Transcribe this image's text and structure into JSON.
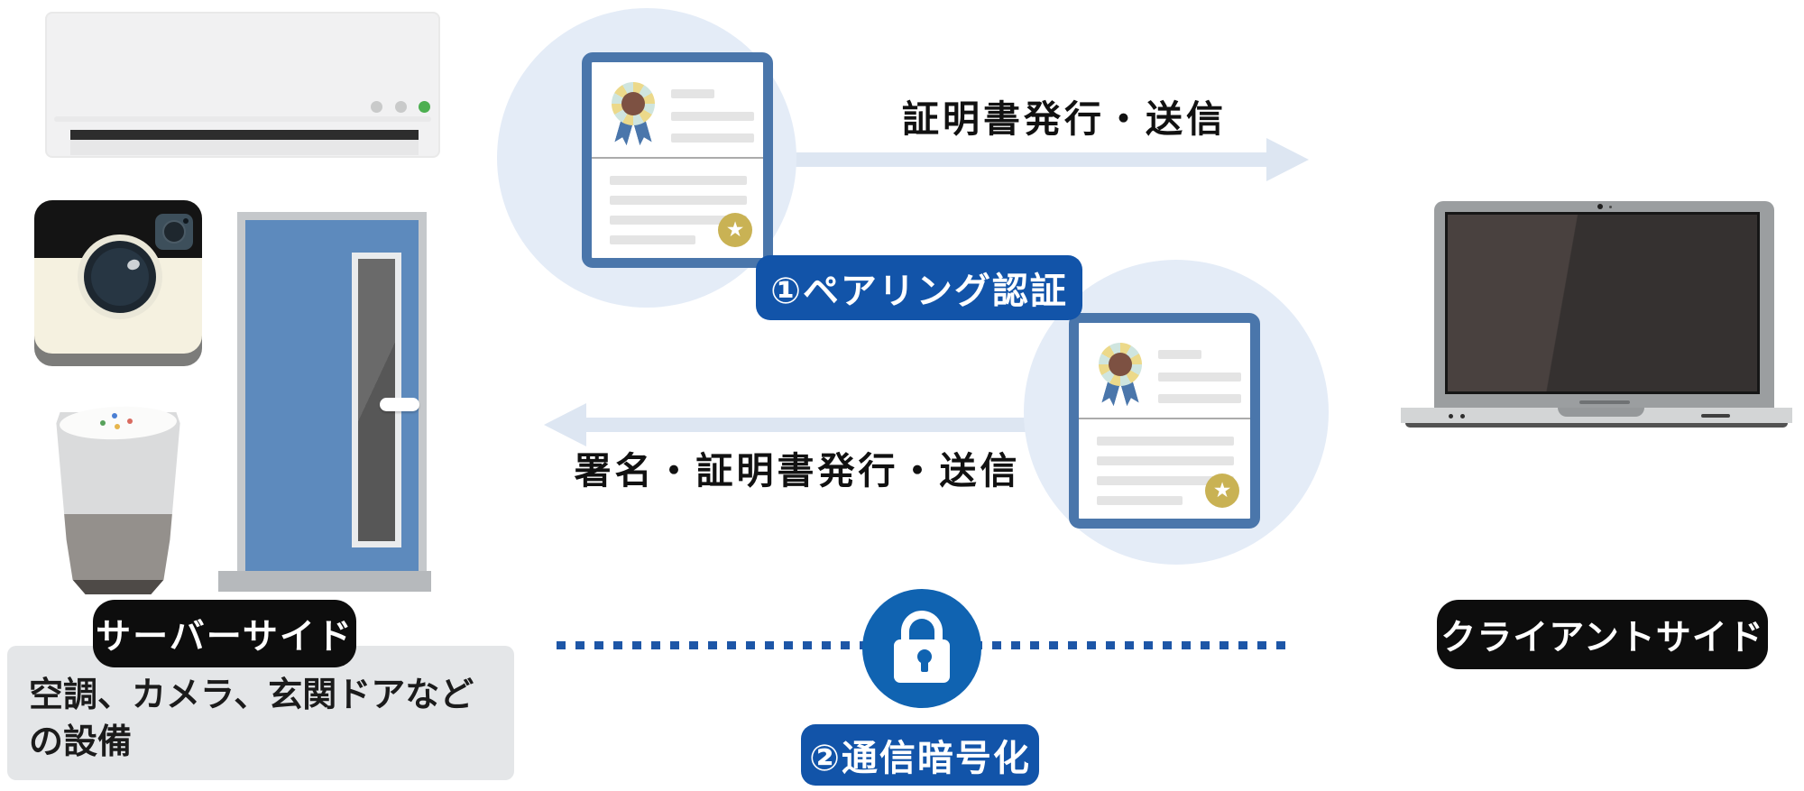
{
  "diagram": {
    "flow_top_label": "証明書発行・送信",
    "flow_bottom_label": "署名・証明書発行・送信",
    "step1_badge": "①ペアリング認証",
    "step2_badge": "②通信暗号化",
    "server_side_label": "サーバーサイド",
    "server_side_description_line1": "空調、カメラ、玄関ドアなど",
    "server_side_description_line2": "の設備",
    "client_side_label": "クライアントサイド",
    "seal_star": "★"
  },
  "colors": {
    "accent_blue": "#1254a9",
    "lock_circle_blue": "#1063b1",
    "arrow_light_blue": "#dde6f2",
    "dashed_line_blue": "#1d56a7",
    "certificate_border_blue": "#4a76ab",
    "certificate_halo_blue": "#e4ecf7",
    "label_black": "#0d0d0d",
    "server_desc_box_grey": "#e4e6e8",
    "door_blue": "#5d8abd",
    "aircon_status_green": "#4caf50",
    "seal_gold": "#c9b254"
  }
}
